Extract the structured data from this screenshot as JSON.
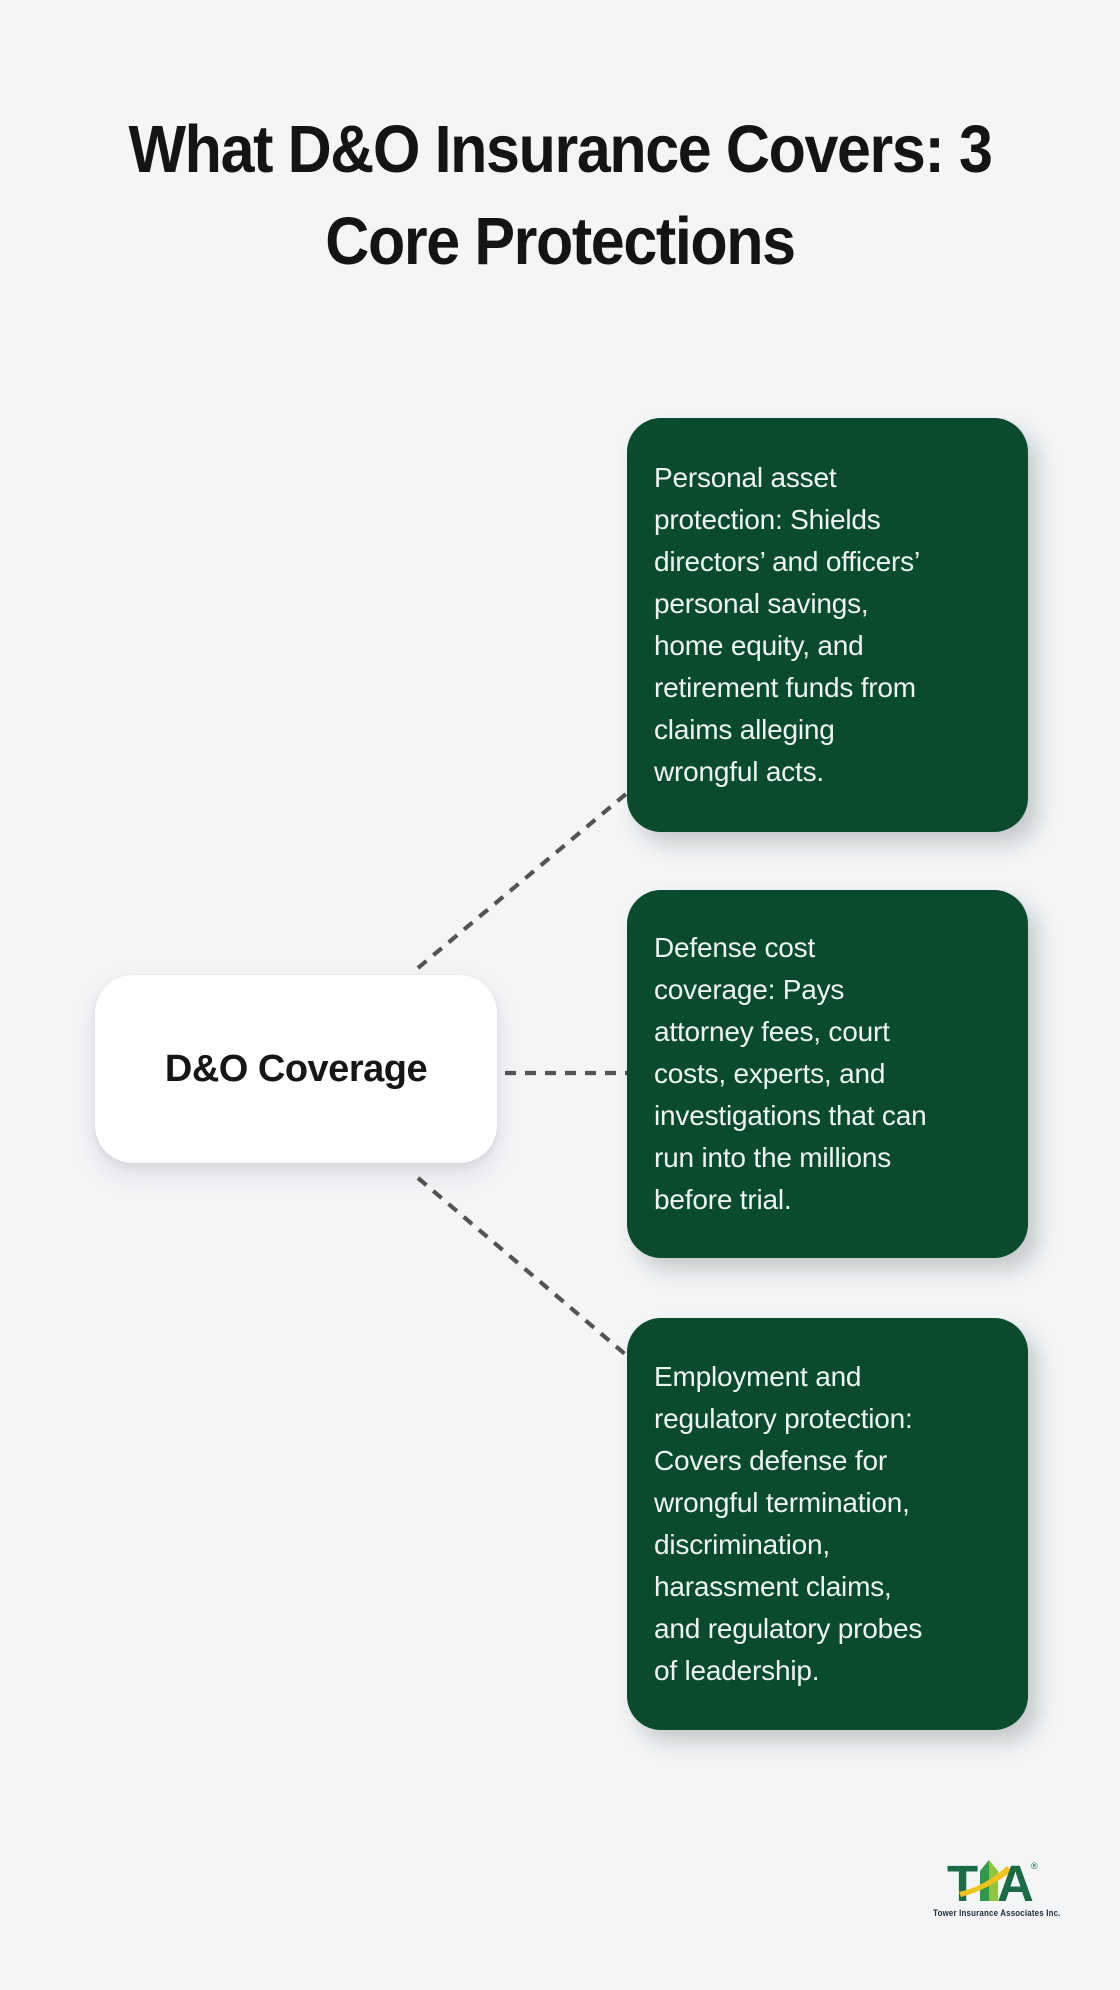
{
  "title": "What D&O Insurance Covers: 3\nCore Protections",
  "center_node": {
    "label": "D&O Coverage"
  },
  "branches": [
    {
      "id": "personal-asset-protection",
      "text": "Personal asset\nprotection: Shields\ndirectors’ and officers’\npersonal savings,\nhome equity, and\nretirement funds from\nclaims alleging\nwrongful acts."
    },
    {
      "id": "defense-cost-coverage",
      "text": "Defense cost\ncoverage: Pays\nattorney fees, court\ncosts, experts, and\ninvestigations that can\nrun into the millions\nbefore trial."
    },
    {
      "id": "employment-regulatory-protection",
      "text": "Employment and\nregulatory protection:\nCovers defense for\nwrongful termination,\ndiscrimination,\nharassment claims,\nand regulatory probes\nof leadership."
    }
  ],
  "logo": {
    "letter_t": "T",
    "letter_a": "A",
    "registered_mark": "®",
    "tagline": "Tower Insurance Associates Inc.",
    "icon": "tia-building-logo-icon"
  },
  "colors": {
    "background": "#f3f5f7",
    "card_green": "#0a4a2d",
    "card_text": "#eef4f0",
    "title_text": "#141414",
    "connector_gray": "#545454",
    "logo_dark_green": "#1a6b46",
    "logo_mid_green": "#2f9a4e",
    "logo_light_green": "#8dc63f",
    "logo_swoosh_yellow": "#f2c21e",
    "logo_tagline_navy": "#1d2c3c"
  }
}
